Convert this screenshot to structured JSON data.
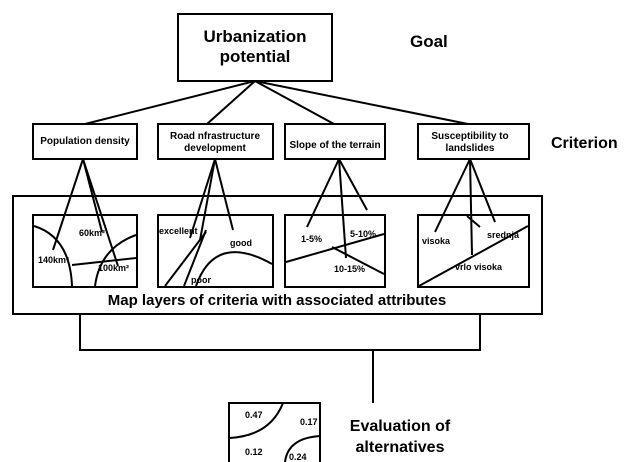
{
  "goal": {
    "title_line1": "Urbanization",
    "title_line2": "potential",
    "label": "Goal"
  },
  "criterion_label": "Criterion",
  "criteria": [
    {
      "line1": "Population density",
      "line2": ""
    },
    {
      "line1": "Road nfrastructure",
      "line2": "development"
    },
    {
      "line1": "Slope of the terrain",
      "line2": ""
    },
    {
      "line1": "Susceptibility to",
      "line2": "landslides"
    }
  ],
  "maps": {
    "population": [
      "60km²",
      "140km²",
      "100km²"
    ],
    "road": [
      "excellent",
      "good",
      "poor"
    ],
    "slope": [
      "1-5%",
      "5-10%",
      "10-15%"
    ],
    "landslides": [
      "visoka",
      "srednja",
      "vrlo visoka"
    ]
  },
  "layers_caption": "Map layers of criteria with associated attributes",
  "evaluation": {
    "label_line1": "Evaluation of",
    "label_line2": "alternatives",
    "values": [
      "0.47",
      "0.17",
      "0.12",
      "0.24"
    ]
  }
}
